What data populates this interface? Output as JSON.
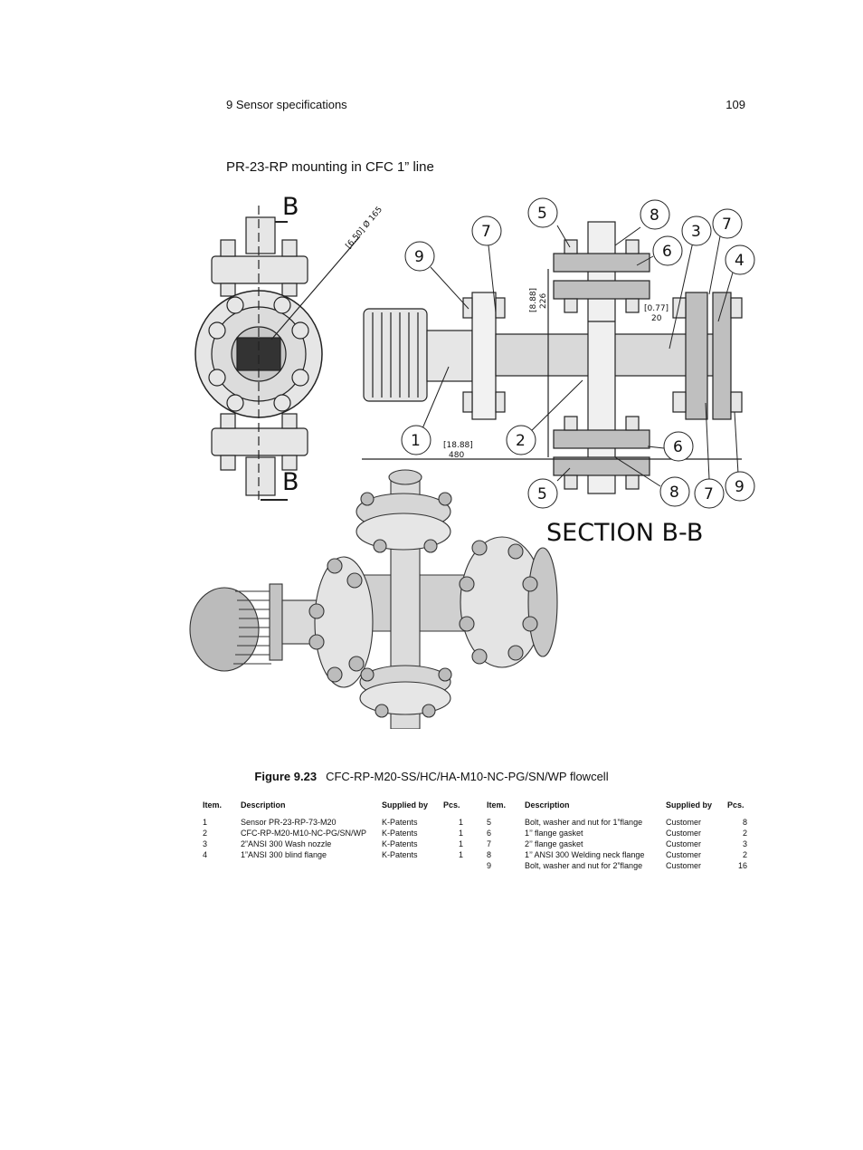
{
  "header": {
    "section": "9 Sensor specifications",
    "page_number": "109"
  },
  "subtitle": "PR-23-RP mounting in CFC 1” line",
  "drawing": {
    "section_marker": "B",
    "section_title": "SECTION B-B",
    "dim_diameter": "[6.50] Ø 165",
    "dim_length": [
      "[18.88]",
      "480"
    ],
    "dim_height": [
      "[8.88]",
      "226"
    ],
    "dim_gap": [
      "[0.77]",
      "20"
    ],
    "callouts": [
      "1",
      "2",
      "3",
      "4",
      "5",
      "6",
      "7",
      "8",
      "9"
    ]
  },
  "figure": {
    "label": "Figure 9.23",
    "title": "CFC-RP-M20-SS/HC/HA-M10-NC-PG/SN/WP flowcell"
  },
  "parts_table": {
    "headers": {
      "item": "Item.",
      "description": "Description",
      "supplied_by": "Supplied by",
      "pcs": "Pcs."
    },
    "left": [
      {
        "item": "1",
        "description": "Sensor PR-23-RP-73-M20",
        "supplied_by": "K-Patents",
        "pcs": "1"
      },
      {
        "item": "2",
        "description": "CFC-RP-M20-M10-NC-PG/SN/WP",
        "supplied_by": "K-Patents",
        "pcs": "1"
      },
      {
        "item": "3",
        "description": "2”ANSI 300 Wash nozzle",
        "supplied_by": "K-Patents",
        "pcs": "1"
      },
      {
        "item": "4",
        "description": "1”ANSI 300 blind flange",
        "supplied_by": "K-Patents",
        "pcs": "1"
      }
    ],
    "right": [
      {
        "item": "5",
        "description": "Bolt, washer and nut for 1”flange",
        "supplied_by": "Customer",
        "pcs": "8"
      },
      {
        "item": "6",
        "description": "1’’ flange gasket",
        "supplied_by": "Customer",
        "pcs": "2"
      },
      {
        "item": "7",
        "description": "2’’ flange gasket",
        "supplied_by": "Customer",
        "pcs": "3"
      },
      {
        "item": "8",
        "description": "1’’ ANSI 300 Welding neck flange",
        "supplied_by": "Customer",
        "pcs": "2"
      },
      {
        "item": "9",
        "description": "Bolt, washer and nut for 2”flange",
        "supplied_by": "Customer",
        "pcs": "16"
      }
    ]
  }
}
